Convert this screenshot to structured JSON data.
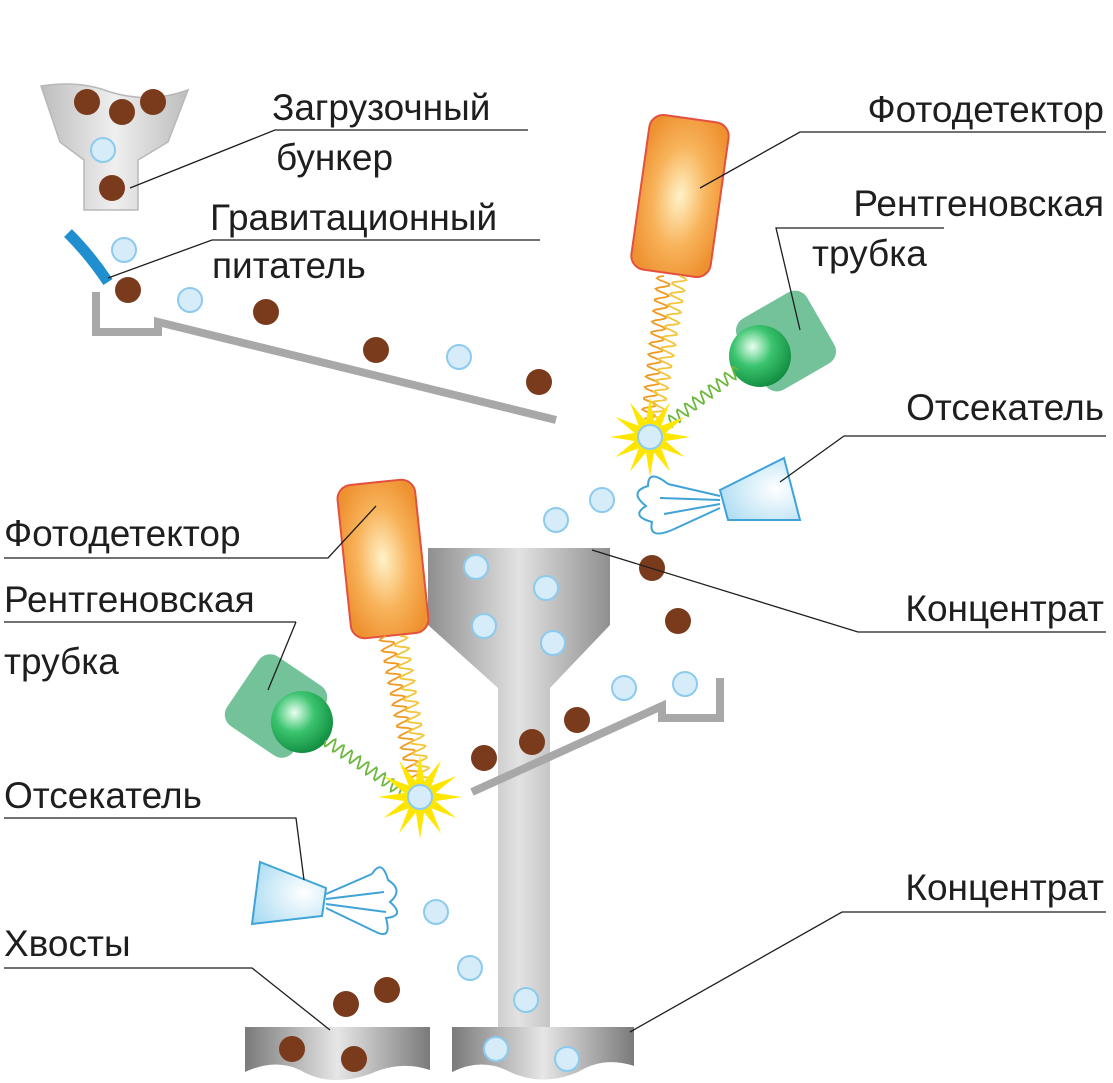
{
  "labels": {
    "hopper_line1": "Загрузочный",
    "hopper_line2": "бункер",
    "feeder_line1": "Гравитационный",
    "feeder_line2": "питатель",
    "photodetector_top": "Фотодетектор",
    "xray_top_line1": "Рентгеновская",
    "xray_top_line2": "трубка",
    "ejector_top": "Отсекатель",
    "photodetector_bottom": "Фотодетектор",
    "concentrate_top": "Концентрат",
    "xray_bottom_line1": "Рентгеновская",
    "xray_bottom_line2": "трубка",
    "ejector_bottom": "Отсекатель",
    "concentrate_bottom": "Концентрат",
    "tailings": "Хвосты"
  },
  "colors": {
    "ore_particle": "#7a3a1c",
    "light_particle": "#d6ecf9",
    "light_particle_stroke": "#8ccbee",
    "chute": "#a8a8a8",
    "feeder_gate": "#1f8fd0",
    "photodetector": "#f2a24a",
    "xray_tube": "#5fb98c",
    "xray_bulb": "#1daa56",
    "flash": "#ffe600",
    "ejector": "#bfe4f6"
  }
}
